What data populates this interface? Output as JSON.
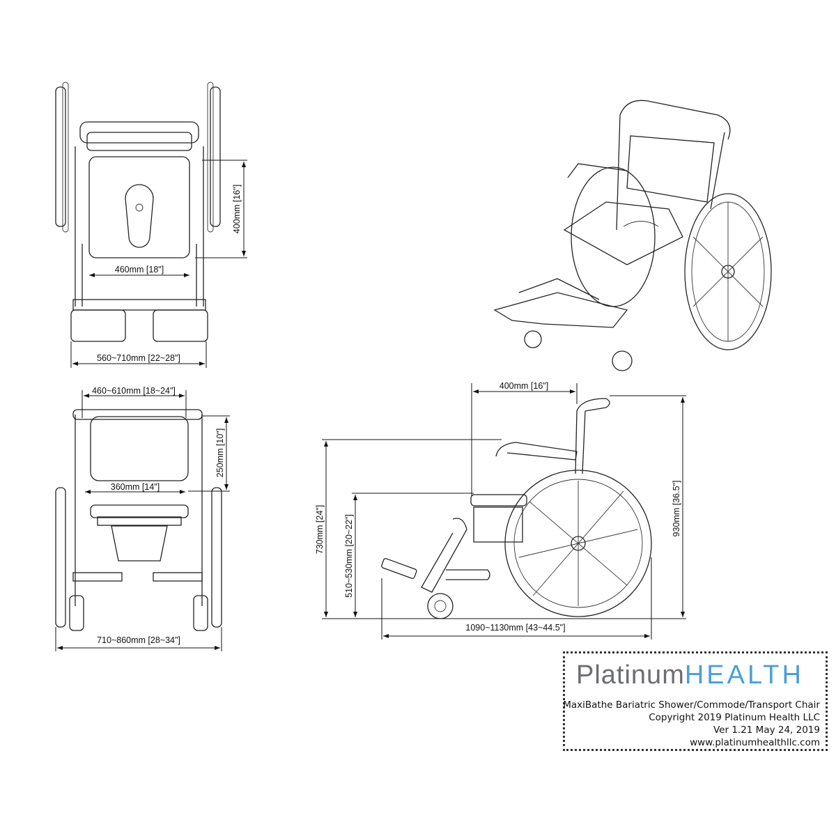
{
  "dimensions": {
    "top_view": {
      "depth": "400mm [16\"]",
      "seat_width": "460mm [18\"]",
      "overall_width": "560~710mm [22~28\"]"
    },
    "front_view": {
      "back_width": "460~610mm [18~24\"]",
      "back_height": "250mm [10\"]",
      "inner_width": "360mm [14\"]",
      "overall_width": "710~860mm [28~34\"]"
    },
    "side_view": {
      "seat_depth": "400mm [16\"]",
      "armrest_height": "730mm [24\"]",
      "seat_height": "510~530mm [20~22\"]",
      "overall_height": "930mm [36.5\"]",
      "overall_length": "1090~1130mm [43~44.5\"]"
    }
  },
  "title_block": {
    "logo_part1": "Platinum",
    "logo_part2": "HEALTH",
    "product": "MaxiBathe Bariatric Shower/Commode/Transport Chair",
    "copyright": "Copyright 2019 Platinum Health LLC",
    "version": "Ver 1.21 May 24, 2019",
    "website": "www.platinumhealthllc.com"
  },
  "colors": {
    "logo_grey": "#6d6e71",
    "logo_blue": "#4a9fd8",
    "line": "#222222"
  }
}
